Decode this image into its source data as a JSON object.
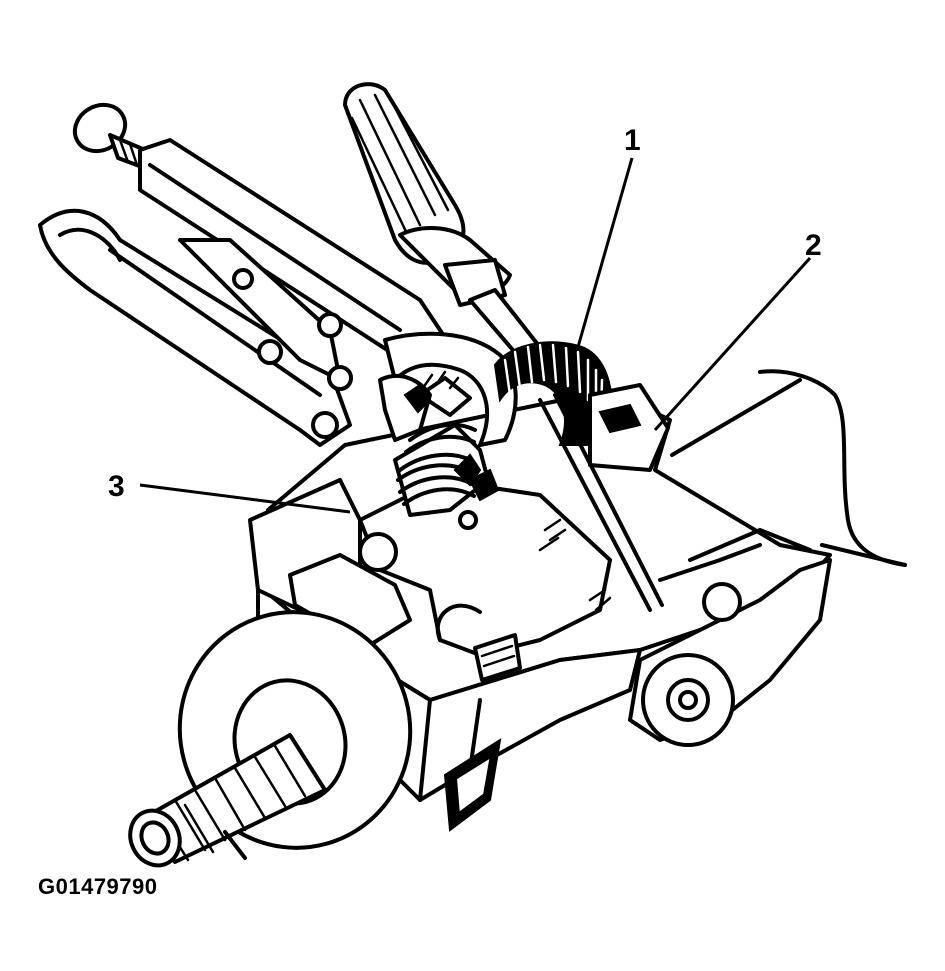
{
  "callouts": [
    {
      "label": "1"
    },
    {
      "label": "2"
    },
    {
      "label": "3"
    }
  ],
  "figure_id": "G01479790",
  "icons": [
    "locking-pliers-drawing",
    "screwdriver-drawing",
    "coil-spring-drawing",
    "steering-column-drawing"
  ]
}
